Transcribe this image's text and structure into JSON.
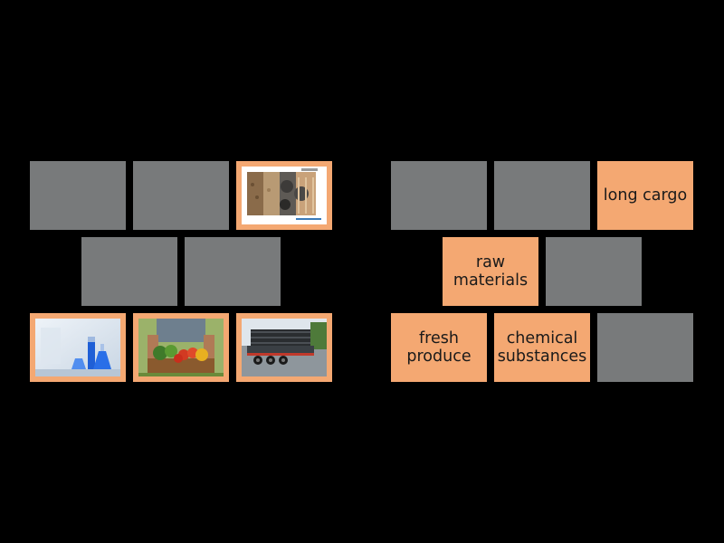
{
  "left_board": {
    "tiles": [
      {
        "state": "hidden"
      },
      {
        "state": "hidden"
      },
      {
        "state": "revealed",
        "image": "raw-materials-image"
      },
      {
        "state": "hidden"
      },
      {
        "state": "hidden"
      },
      {
        "state": "revealed",
        "image": "chemical-substances-image"
      },
      {
        "state": "revealed",
        "image": "fresh-produce-image"
      },
      {
        "state": "revealed",
        "image": "long-cargo-truck-image"
      }
    ]
  },
  "right_board": {
    "tiles": [
      {
        "state": "hidden"
      },
      {
        "state": "hidden"
      },
      {
        "state": "revealed",
        "label_line1": "long cargo"
      },
      {
        "state": "revealed",
        "label_line1": "raw",
        "label_line2": "materials"
      },
      {
        "state": "hidden"
      },
      {
        "state": "revealed",
        "label_line1": "fresh",
        "label_line2": "produce"
      },
      {
        "state": "revealed",
        "label_line1": "chemical",
        "label_line2": "substances"
      },
      {
        "state": "hidden"
      }
    ]
  },
  "colors": {
    "background": "#000000",
    "hidden_tile": "#787a7b",
    "revealed_tile": "#f4a872"
  }
}
